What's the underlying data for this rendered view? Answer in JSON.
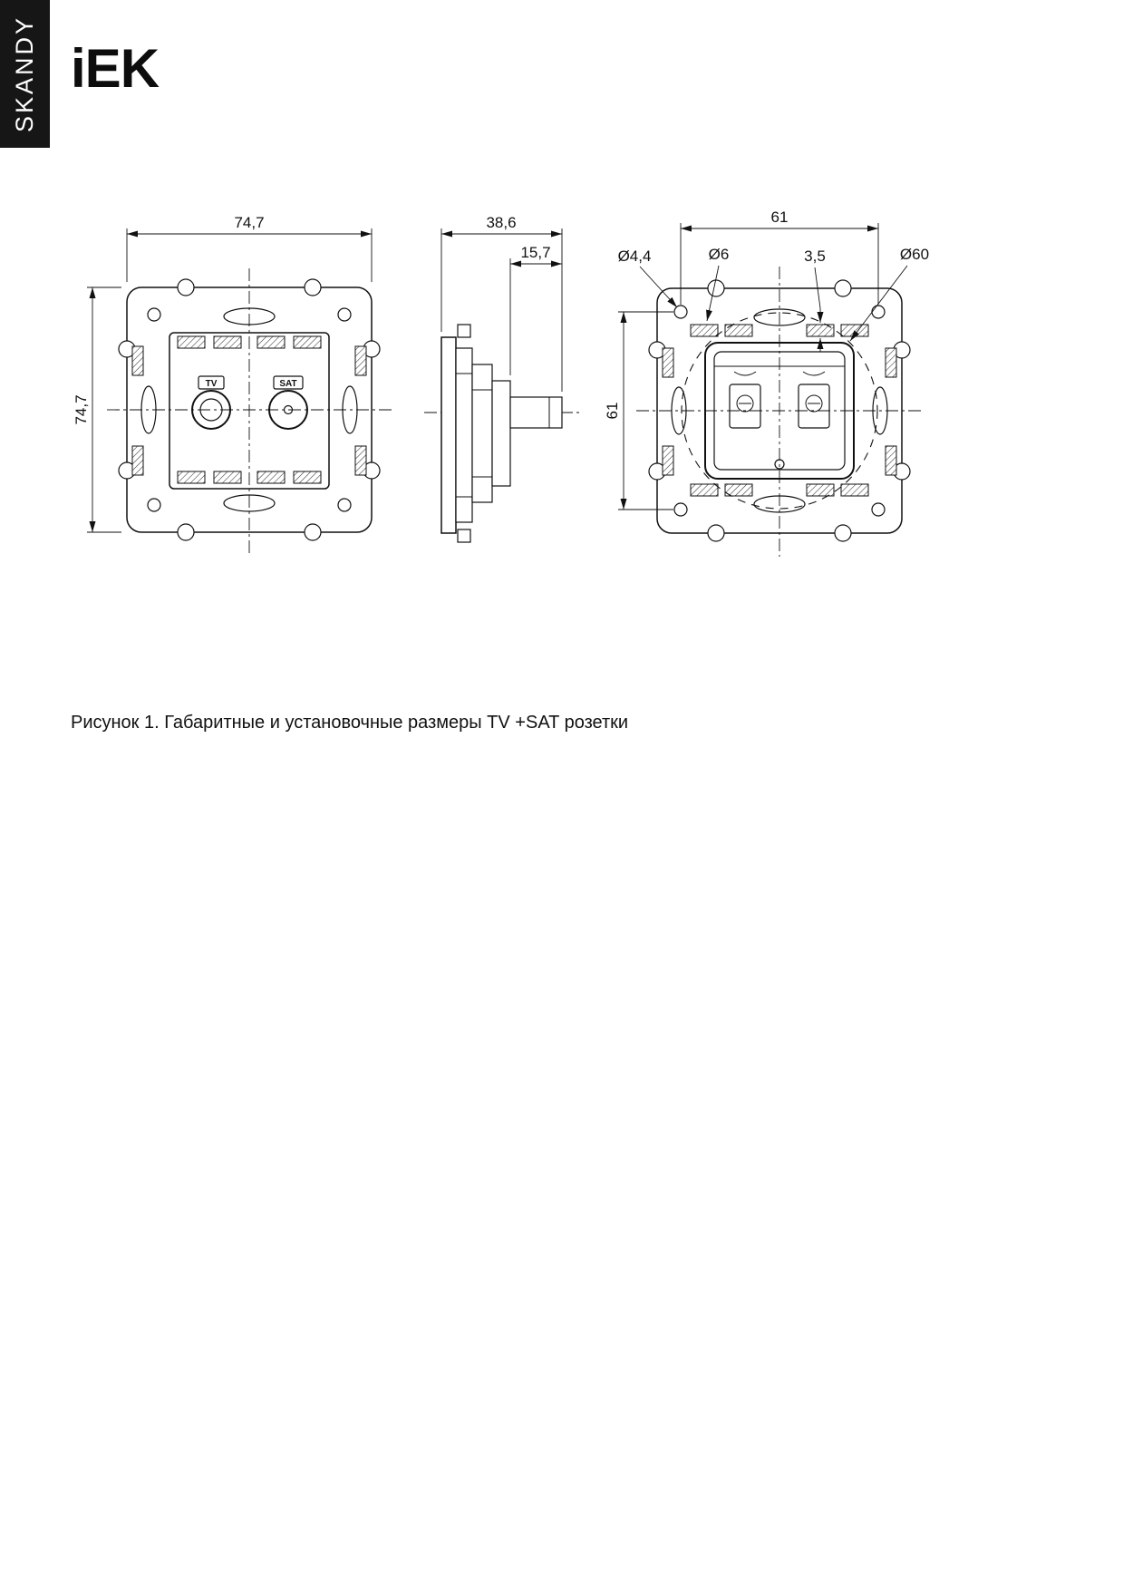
{
  "header": {
    "series_tab": "SKANDY",
    "logo_text": "iEK"
  },
  "caption": "Рисунок 1. Габаритные и установочные размеры TV +SAT розетки",
  "front_view": {
    "width_dim": "74,7",
    "height_dim": "74,7",
    "tv_label": "TV",
    "sat_label": "SAT"
  },
  "side_view": {
    "total_depth_dim": "38,6",
    "front_depth_dim": "15,7"
  },
  "back_view": {
    "horizontal_spacing_dim": "61",
    "vertical_spacing_dim": "61",
    "screw_dia_label": "Ø4,4",
    "hole_dia_label": "Ø6",
    "slot_width_label": "3,5",
    "mounting_dia_label": "Ø60"
  }
}
